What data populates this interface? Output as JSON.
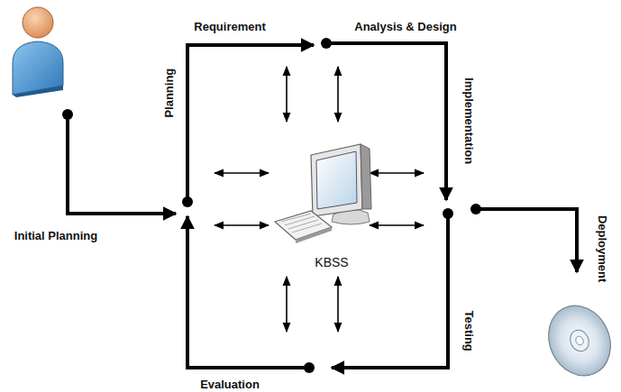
{
  "diagram": {
    "labels": [
      "Requirement",
      "Analysis & Design",
      "Planning",
      "Implementation",
      "Initial Planning",
      "KBSS",
      "Deployment",
      "Testing",
      "Evaluation"
    ]
  }
}
